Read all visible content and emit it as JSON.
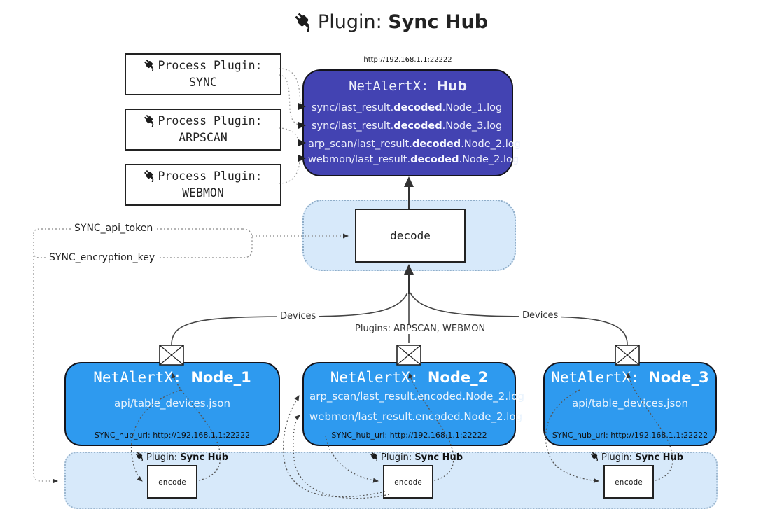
{
  "title": {
    "icon": "plug-icon",
    "prefix": "Plugin: ",
    "bold": "Sync Hub"
  },
  "process_plugins": [
    {
      "line1": "Process Plugin:",
      "line2": "SYNC"
    },
    {
      "line1": "Process Plugin:",
      "line2": "ARPSCAN"
    },
    {
      "line1": "Process Plugin:",
      "line2": "WEBMON"
    }
  ],
  "hub": {
    "url": "http://192.168.1.1:22222",
    "title_prefix": "NetAlertX: ",
    "title_bold": "Hub",
    "lines": [
      {
        "pre": "sync/last_result.",
        "bold": "decoded",
        "post": ".Node_1.log"
      },
      {
        "pre": "sync/last_result.",
        "bold": "decoded",
        "post": ".Node_3.log"
      },
      {
        "pre": "arp_scan/last_result.",
        "bold": "decoded",
        "post": ".Node_2.log"
      },
      {
        "pre": "webmon/last_result.",
        "bold": "decoded",
        "post": ".Node_2.log"
      }
    ]
  },
  "decode_box": {
    "label": "decode"
  },
  "keys": {
    "api_token": "SYNC_api_token",
    "encryption_key": "SYNC_encryption_key"
  },
  "edges": {
    "devices_left": "Devices",
    "plugins_center": "Plugins: ARPSCAN, WEBMON",
    "devices_right": "Devices"
  },
  "nodes": [
    {
      "title_prefix": "NetAlertX: ",
      "title_bold": "Node_1",
      "lines": [
        "api/table_devices.json"
      ],
      "footer": "SYNC_hub_url: http://192.168.1.1:22222"
    },
    {
      "title_prefix": "NetAlertX: ",
      "title_bold": "Node_2",
      "lines": [
        "arp_scan/last_result.encoded.Node_2.log",
        "webmon/last_result.encoded.Node_2.log"
      ],
      "footer": "SYNC_hub_url: http://192.168.1.1:22222"
    },
    {
      "title_prefix": "NetAlertX: ",
      "title_bold": "Node_3",
      "lines": [
        "api/table_devices.json"
      ],
      "footer": "SYNC_hub_url: http://192.168.1.1:22222"
    }
  ],
  "encode_plugin_label": {
    "icon": "plug-icon",
    "prefix": "Plugin: ",
    "bold": "Sync Hub"
  },
  "encode_box": {
    "label": "encode"
  },
  "icons": [
    "plug-icon",
    "envelope-icon"
  ],
  "colors": {
    "hub_fill": "#4343b2",
    "node_fill": "#2e9aef",
    "light_band_fill": "#d7e9fa",
    "border_dark": "#14141c",
    "text_light": "#eceefb"
  }
}
